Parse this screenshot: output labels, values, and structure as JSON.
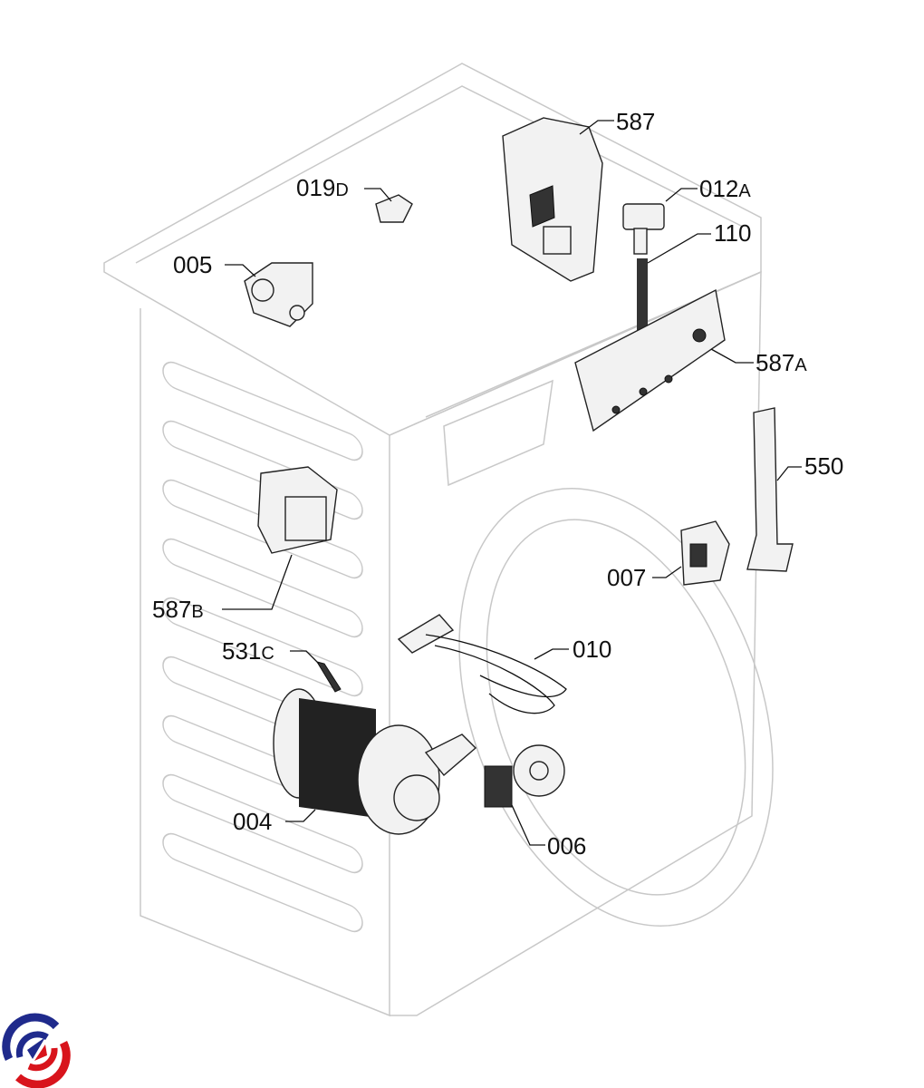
{
  "diagram": {
    "parts": [
      {
        "id": "587",
        "suffix": ""
      },
      {
        "id": "019",
        "suffix": "D"
      },
      {
        "id": "012",
        "suffix": "A"
      },
      {
        "id": "110",
        "suffix": ""
      },
      {
        "id": "005",
        "suffix": ""
      },
      {
        "id": "587",
        "suffix": "A"
      },
      {
        "id": "550",
        "suffix": ""
      },
      {
        "id": "007",
        "suffix": ""
      },
      {
        "id": "587",
        "suffix": "B"
      },
      {
        "id": "531",
        "suffix": "C"
      },
      {
        "id": "010",
        "suffix": ""
      },
      {
        "id": "004",
        "suffix": ""
      },
      {
        "id": "006",
        "suffix": ""
      }
    ]
  },
  "logo": {
    "colors": {
      "blue": "#1f2a8c",
      "red": "#d8141c"
    }
  }
}
